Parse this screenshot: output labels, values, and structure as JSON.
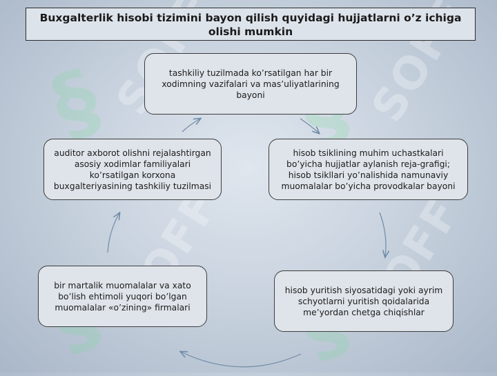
{
  "title": "Buxgalterlik hisobi tizimini bayon qilish quyidagi hujjatlarni o’z ichiga olishi mumkin",
  "watermark": "SOFF",
  "nodes": [
    {
      "text": "tashkiliy tuzilmada ko’rsatilgan har bir xodimning vazifalari va mas’uliyatlarining bayoni"
    },
    {
      "text": "hisob tsiklining muhim uchastkalari bo’yicha hujjatlar aylanish reja-grafigi; hisob tsikllari yo’nalishida namunaviy muomalalar bo’yicha provodkalar bayoni"
    },
    {
      "text": "hisob yuritish siyosatidagi yoki ayrim schyotlarni yuritish qoidalarida me’yordan chetga chiqishlar"
    },
    {
      "text": "bir martalik muomalalar va xato bo’lish ehtimoli yuqori bo’lgan muomalalar «o’zining» firmalari"
    },
    {
      "text": "auditor axborot olishni rejalashtirgan asosiy xodimlar familiyalari ko’rsatilgan korxona buxgalteriyasining tashkiliy tuzilmasi"
    }
  ],
  "colors": {
    "node_fill": "#dfe4ea",
    "border": "#3c3c3c",
    "arrow": "#6f8aa6"
  }
}
